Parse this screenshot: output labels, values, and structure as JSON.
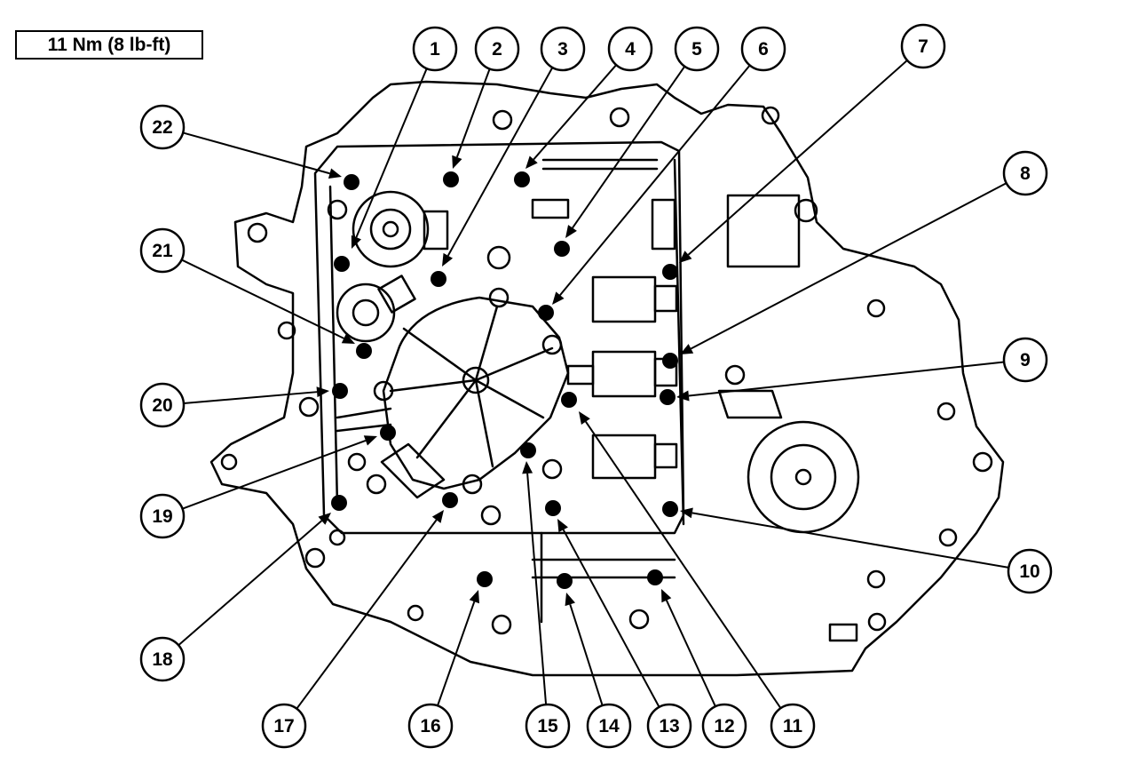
{
  "torque_spec": "11 Nm (8 lb-ft)",
  "callouts": [
    {
      "id": "1",
      "label": "1"
    },
    {
      "id": "2",
      "label": "2"
    },
    {
      "id": "3",
      "label": "3"
    },
    {
      "id": "4",
      "label": "4"
    },
    {
      "id": "5",
      "label": "5"
    },
    {
      "id": "6",
      "label": "6"
    },
    {
      "id": "7",
      "label": "7"
    },
    {
      "id": "8",
      "label": "8"
    },
    {
      "id": "9",
      "label": "9"
    },
    {
      "id": "10",
      "label": "10"
    },
    {
      "id": "11",
      "label": "11"
    },
    {
      "id": "12",
      "label": "12"
    },
    {
      "id": "13",
      "label": "13"
    },
    {
      "id": "14",
      "label": "14"
    },
    {
      "id": "15",
      "label": "15"
    },
    {
      "id": "16",
      "label": "16"
    },
    {
      "id": "17",
      "label": "17"
    },
    {
      "id": "18",
      "label": "18"
    },
    {
      "id": "19",
      "label": "19"
    },
    {
      "id": "20",
      "label": "20"
    },
    {
      "id": "21",
      "label": "21"
    },
    {
      "id": "22",
      "label": "22"
    }
  ],
  "colors": {
    "ink": "#000000",
    "paper": "#ffffff"
  }
}
